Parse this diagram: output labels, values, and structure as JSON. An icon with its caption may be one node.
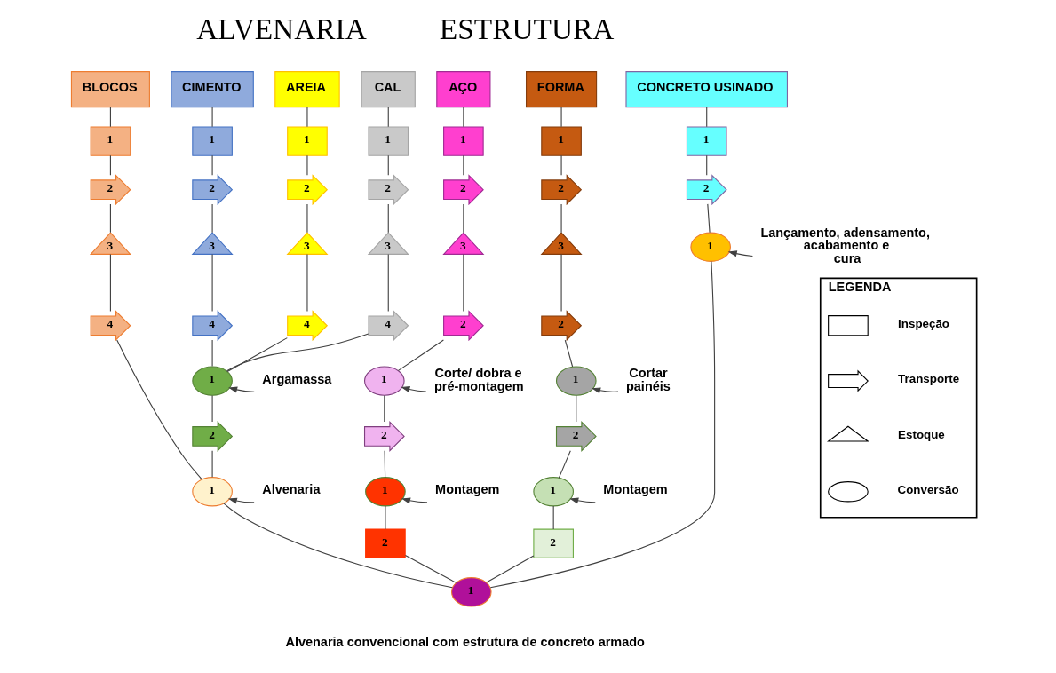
{
  "diagram": {
    "nodes": [
      {
        "text": [
          "BLOCOS"
        ]
      },
      {
        "text": [
          "1"
        ]
      },
      {
        "text": [
          "2"
        ]
      },
      {
        "text": [
          "3"
        ]
      },
      {
        "text": [
          "4"
        ]
      },
      {
        "text": [
          "CIMENTO"
        ]
      },
      {
        "text": [
          "1"
        ]
      },
      {
        "text": [
          "2"
        ]
      },
      {
        "text": [
          "3"
        ]
      },
      {
        "text": [
          "4"
        ]
      },
      {
        "text": [
          "AREIA"
        ]
      },
      {
        "text": [
          "1"
        ]
      },
      {
        "text": [
          "2"
        ]
      },
      {
        "text": [
          "3"
        ]
      },
      {
        "text": [
          "4"
        ]
      },
      {
        "text": [
          "CAL"
        ]
      },
      {
        "text": [
          "1"
        ]
      },
      {
        "text": [
          "2"
        ]
      },
      {
        "text": [
          "3"
        ]
      },
      {
        "text": [
          "4"
        ]
      },
      {
        "text": [
          "AÇO"
        ]
      },
      {
        "text": [
          "1"
        ]
      },
      {
        "text": [
          "2"
        ]
      },
      {
        "text": [
          "3"
        ]
      },
      {
        "text": [
          "2"
        ]
      },
      {
        "text": [
          "1"
        ]
      },
      {
        "text": [
          "2"
        ]
      },
      {
        "text": [
          "1"
        ]
      },
      {
        "text": [
          "2"
        ]
      },
      {
        "text": [
          "FORMA"
        ]
      },
      {
        "text": [
          "1"
        ]
      },
      {
        "text": [
          "2"
        ]
      },
      {
        "text": [
          "3"
        ]
      },
      {
        "text": [
          "2"
        ]
      },
      {
        "text": [
          "1"
        ]
      },
      {
        "text": [
          "2"
        ]
      },
      {
        "text": [
          "1"
        ]
      },
      {
        "text": [
          "2"
        ]
      },
      {
        "text": [
          "CONCRETO USINADO"
        ]
      },
      {
        "text": [
          "1"
        ]
      },
      {
        "text": [
          "2"
        ]
      },
      {
        "text": [
          "1"
        ]
      },
      {
        "text": [
          "1"
        ]
      },
      {
        "text": [
          "2"
        ]
      },
      {
        "text": [
          "1"
        ]
      },
      {
        "text": [
          "1"
        ],
        "beside": [
          "Alvenaria convencional com estrutura de concreto armado"
        ]
      },
      {
        "text": [
          "Argamassa"
        ]
      },
      {
        "text": [
          "Alvenaria"
        ]
      },
      {
        "text": [
          "Corte/ dobra e pré-montagem"
        ]
      },
      {
        "text": [
          "Cortar painéis"
        ]
      },
      {
        "text": [
          "Montagem"
        ]
      },
      {
        "text": [
          "Montagem"
        ]
      },
      {
        "text": [
          "Lançamento, adensamento, acabamento e cura"
        ]
      },
      {
        "text": [
          "LEGENDA"
        ]
      },
      {
        "text": [],
        "shape": "box",
        "in": 53
      },
      {
        "text": [],
        "shape": "arrow",
        "in": 53
      },
      {
        "text": [],
        "shape": "triangle",
        "in": 53
      },
      {
        "text": [],
        "shape": "ellipse",
        "in": 53
      }
    ],
    "edges": [
      {
        "from": 0,
        "to": 1,
        "arrow": "none"
      },
      {
        "from": 1,
        "to": 2,
        "arrow": "none"
      },
      {
        "from": 2,
        "to": 3,
        "arrow": "none"
      },
      {
        "from": 3,
        "to": 4,
        "arrow": "none"
      },
      {
        "from": 4,
        "to": 44,
        "arrow": "none"
      },
      {
        "from": 5,
        "to": 6,
        "arrow": "none"
      },
      {
        "from": 6,
        "to": 7,
        "arrow": "none"
      },
      {
        "from": 7,
        "to": 8,
        "arrow": "none"
      },
      {
        "from": 8,
        "to": 9,
        "arrow": "none"
      },
      {
        "from": 9,
        "to": 42,
        "arrow": "none"
      },
      {
        "from": 10,
        "to": 11,
        "arrow": "none"
      },
      {
        "from": 11,
        "to": 12,
        "arrow": "none"
      },
      {
        "from": 12,
        "to": 13,
        "arrow": "none"
      },
      {
        "from": 13,
        "to": 14,
        "arrow": "none"
      },
      {
        "from": 14,
        "to": 42,
        "arrow": "none"
      },
      {
        "from": 15,
        "to": 16,
        "arrow": "none"
      },
      {
        "from": 16,
        "to": 17,
        "arrow": "none"
      },
      {
        "from": 17,
        "to": 18,
        "arrow": "none"
      },
      {
        "from": 18,
        "to": 19,
        "arrow": "none"
      },
      {
        "from": 19,
        "to": 42,
        "arrow": "none"
      },
      {
        "from": 42,
        "to": 43,
        "arrow": "none"
      },
      {
        "from": 43,
        "to": 44,
        "arrow": "none"
      },
      {
        "from": 44,
        "to": 45,
        "arrow": "none"
      },
      {
        "from": 20,
        "to": 21,
        "arrow": "none"
      },
      {
        "from": 21,
        "to": 22,
        "arrow": "none"
      },
      {
        "from": 22,
        "to": 23,
        "arrow": "none"
      },
      {
        "from": 23,
        "to": 24,
        "arrow": "none"
      },
      {
        "from": 24,
        "to": 25,
        "arrow": "none"
      },
      {
        "from": 25,
        "to": 26,
        "arrow": "none"
      },
      {
        "from": 26,
        "to": 27,
        "arrow": "none"
      },
      {
        "from": 27,
        "to": 28,
        "arrow": "none"
      },
      {
        "from": 28,
        "to": 45,
        "arrow": "none"
      },
      {
        "from": 29,
        "to": 30,
        "arrow": "none"
      },
      {
        "from": 30,
        "to": 31,
        "arrow": "none"
      },
      {
        "from": 31,
        "to": 32,
        "arrow": "none"
      },
      {
        "from": 32,
        "to": 33,
        "arrow": "none"
      },
      {
        "from": 33,
        "to": 34,
        "arrow": "none"
      },
      {
        "from": 34,
        "to": 35,
        "arrow": "none"
      },
      {
        "from": 35,
        "to": 36,
        "arrow": "none"
      },
      {
        "from": 36,
        "to": 37,
        "arrow": "none"
      },
      {
        "from": 37,
        "to": 45,
        "arrow": "none"
      },
      {
        "from": 38,
        "to": 39,
        "arrow": "none"
      },
      {
        "from": 39,
        "to": 40,
        "arrow": "none"
      },
      {
        "from": 40,
        "to": 41,
        "arrow": "none"
      },
      {
        "from": 41,
        "to": 45,
        "arrow": "none"
      },
      {
        "from": 46,
        "to": 42,
        "arrow": "to"
      },
      {
        "from": 47,
        "to": 44,
        "arrow": "to"
      },
      {
        "from": 48,
        "to": 25,
        "arrow": "to"
      },
      {
        "from": 49,
        "to": 34,
        "arrow": "to"
      },
      {
        "from": 50,
        "to": 27,
        "arrow": "to"
      },
      {
        "from": 51,
        "to": 36,
        "arrow": "to"
      },
      {
        "from": 52,
        "to": 41,
        "arrow": "to"
      }
    ],
    "labels": [
      "ALVENARIA",
      "ESTRUTURA"
    ],
    "legend": [
      {
        "text": "Inspeção"
      },
      {
        "text": "Transporte"
      },
      {
        "text": "Estoque"
      },
      {
        "text": "Conversão"
      }
    ]
  }
}
